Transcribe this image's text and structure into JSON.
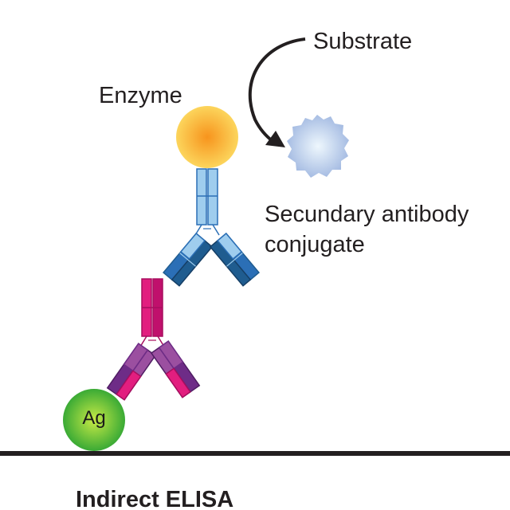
{
  "labels": {
    "substrate": "Substrate",
    "enzyme": "Enzyme",
    "secondary_antibody_line1": "Secundary antibody",
    "secondary_antibody_line2": "conjugate",
    "antigen": "Ag"
  },
  "title": "Indirect ELISA",
  "colors": {
    "enzyme_center": "#f7941d",
    "enzyme_edge": "#fcd55c",
    "substrate_center": "#e8f4fd",
    "substrate_edge": "#a7bde3",
    "antigen_center": "#c7ea46",
    "antigen_edge": "#3aaa35",
    "secondary_light": "#9fcdee",
    "secondary_mid": "#2b6fb6",
    "secondary_dark": "#1f5c8f",
    "primary_light": "#e21e7f",
    "primary_dark": "#c0106c",
    "primary_arm_light": "#9b4fa0",
    "primary_arm_dark": "#6e2c87",
    "surface": "#231f20",
    "text": "#231f20"
  }
}
